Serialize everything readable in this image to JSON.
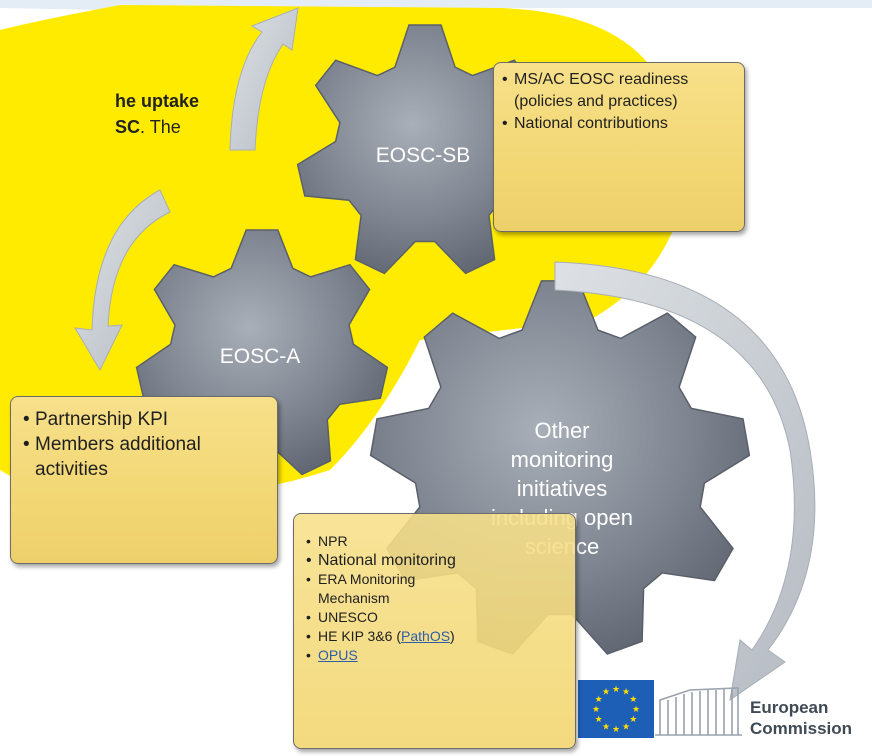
{
  "intro": {
    "line1": "he uptake",
    "line2_bold": "SC",
    "line2_rest": ". The"
  },
  "gears": {
    "sb": {
      "label": "EOSC-SB"
    },
    "a": {
      "label": "EOSC-A"
    },
    "other": {
      "label_lines": [
        "Other",
        "monitoring",
        "initiatives",
        "including open",
        "science"
      ]
    }
  },
  "boxes": {
    "sb": {
      "items": [
        "MS/AC EOSC readiness (policies and practices)",
        "National contributions"
      ]
    },
    "a": {
      "items": [
        "Partnership KPI",
        "Members additional activities"
      ]
    },
    "other": {
      "items": [
        "NPR",
        "National monitoring",
        "ERA Monitoring Mechanism",
        "UNESCO"
      ],
      "he_kip_prefix": "HE KIP 3&6 (",
      "he_kip_link": "PathOS",
      "he_kip_suffix": ")",
      "opus_link": "OPUS"
    }
  },
  "branding": {
    "org_line1": "European",
    "org_line2": "Commission"
  },
  "colors": {
    "blob": "#ffeb00",
    "gear": "#7f8590",
    "box": "#f2d774",
    "arrow": "#c7ccd1",
    "eu_blue": "#1d5fb6",
    "eu_star": "#ffdd00"
  }
}
